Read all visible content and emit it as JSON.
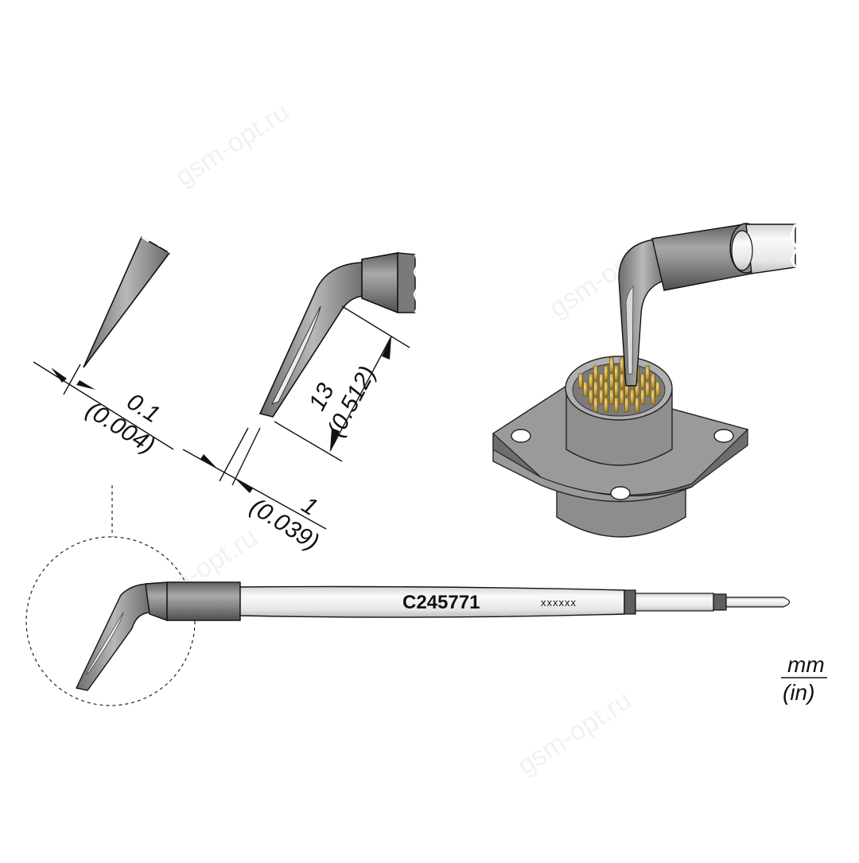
{
  "watermark": "gsm-opt.ru",
  "part_number": "C245771",
  "serial_placeholder": "xxxxxx",
  "dimensions": {
    "tip_thickness_mm": "0.1",
    "tip_thickness_in": "(0.004)",
    "tip_width_mm": "1",
    "tip_width_in": "(0.039)",
    "tip_length_mm": "13",
    "tip_length_in": "(0.512)"
  },
  "units": {
    "metric": "mm",
    "imperial": "(in)"
  },
  "colors": {
    "metal": "#8c8c8c",
    "metal_dark": "#5e5e5e",
    "shaft": "#ececec",
    "pins": "#c9a23a",
    "line": "#111111"
  }
}
